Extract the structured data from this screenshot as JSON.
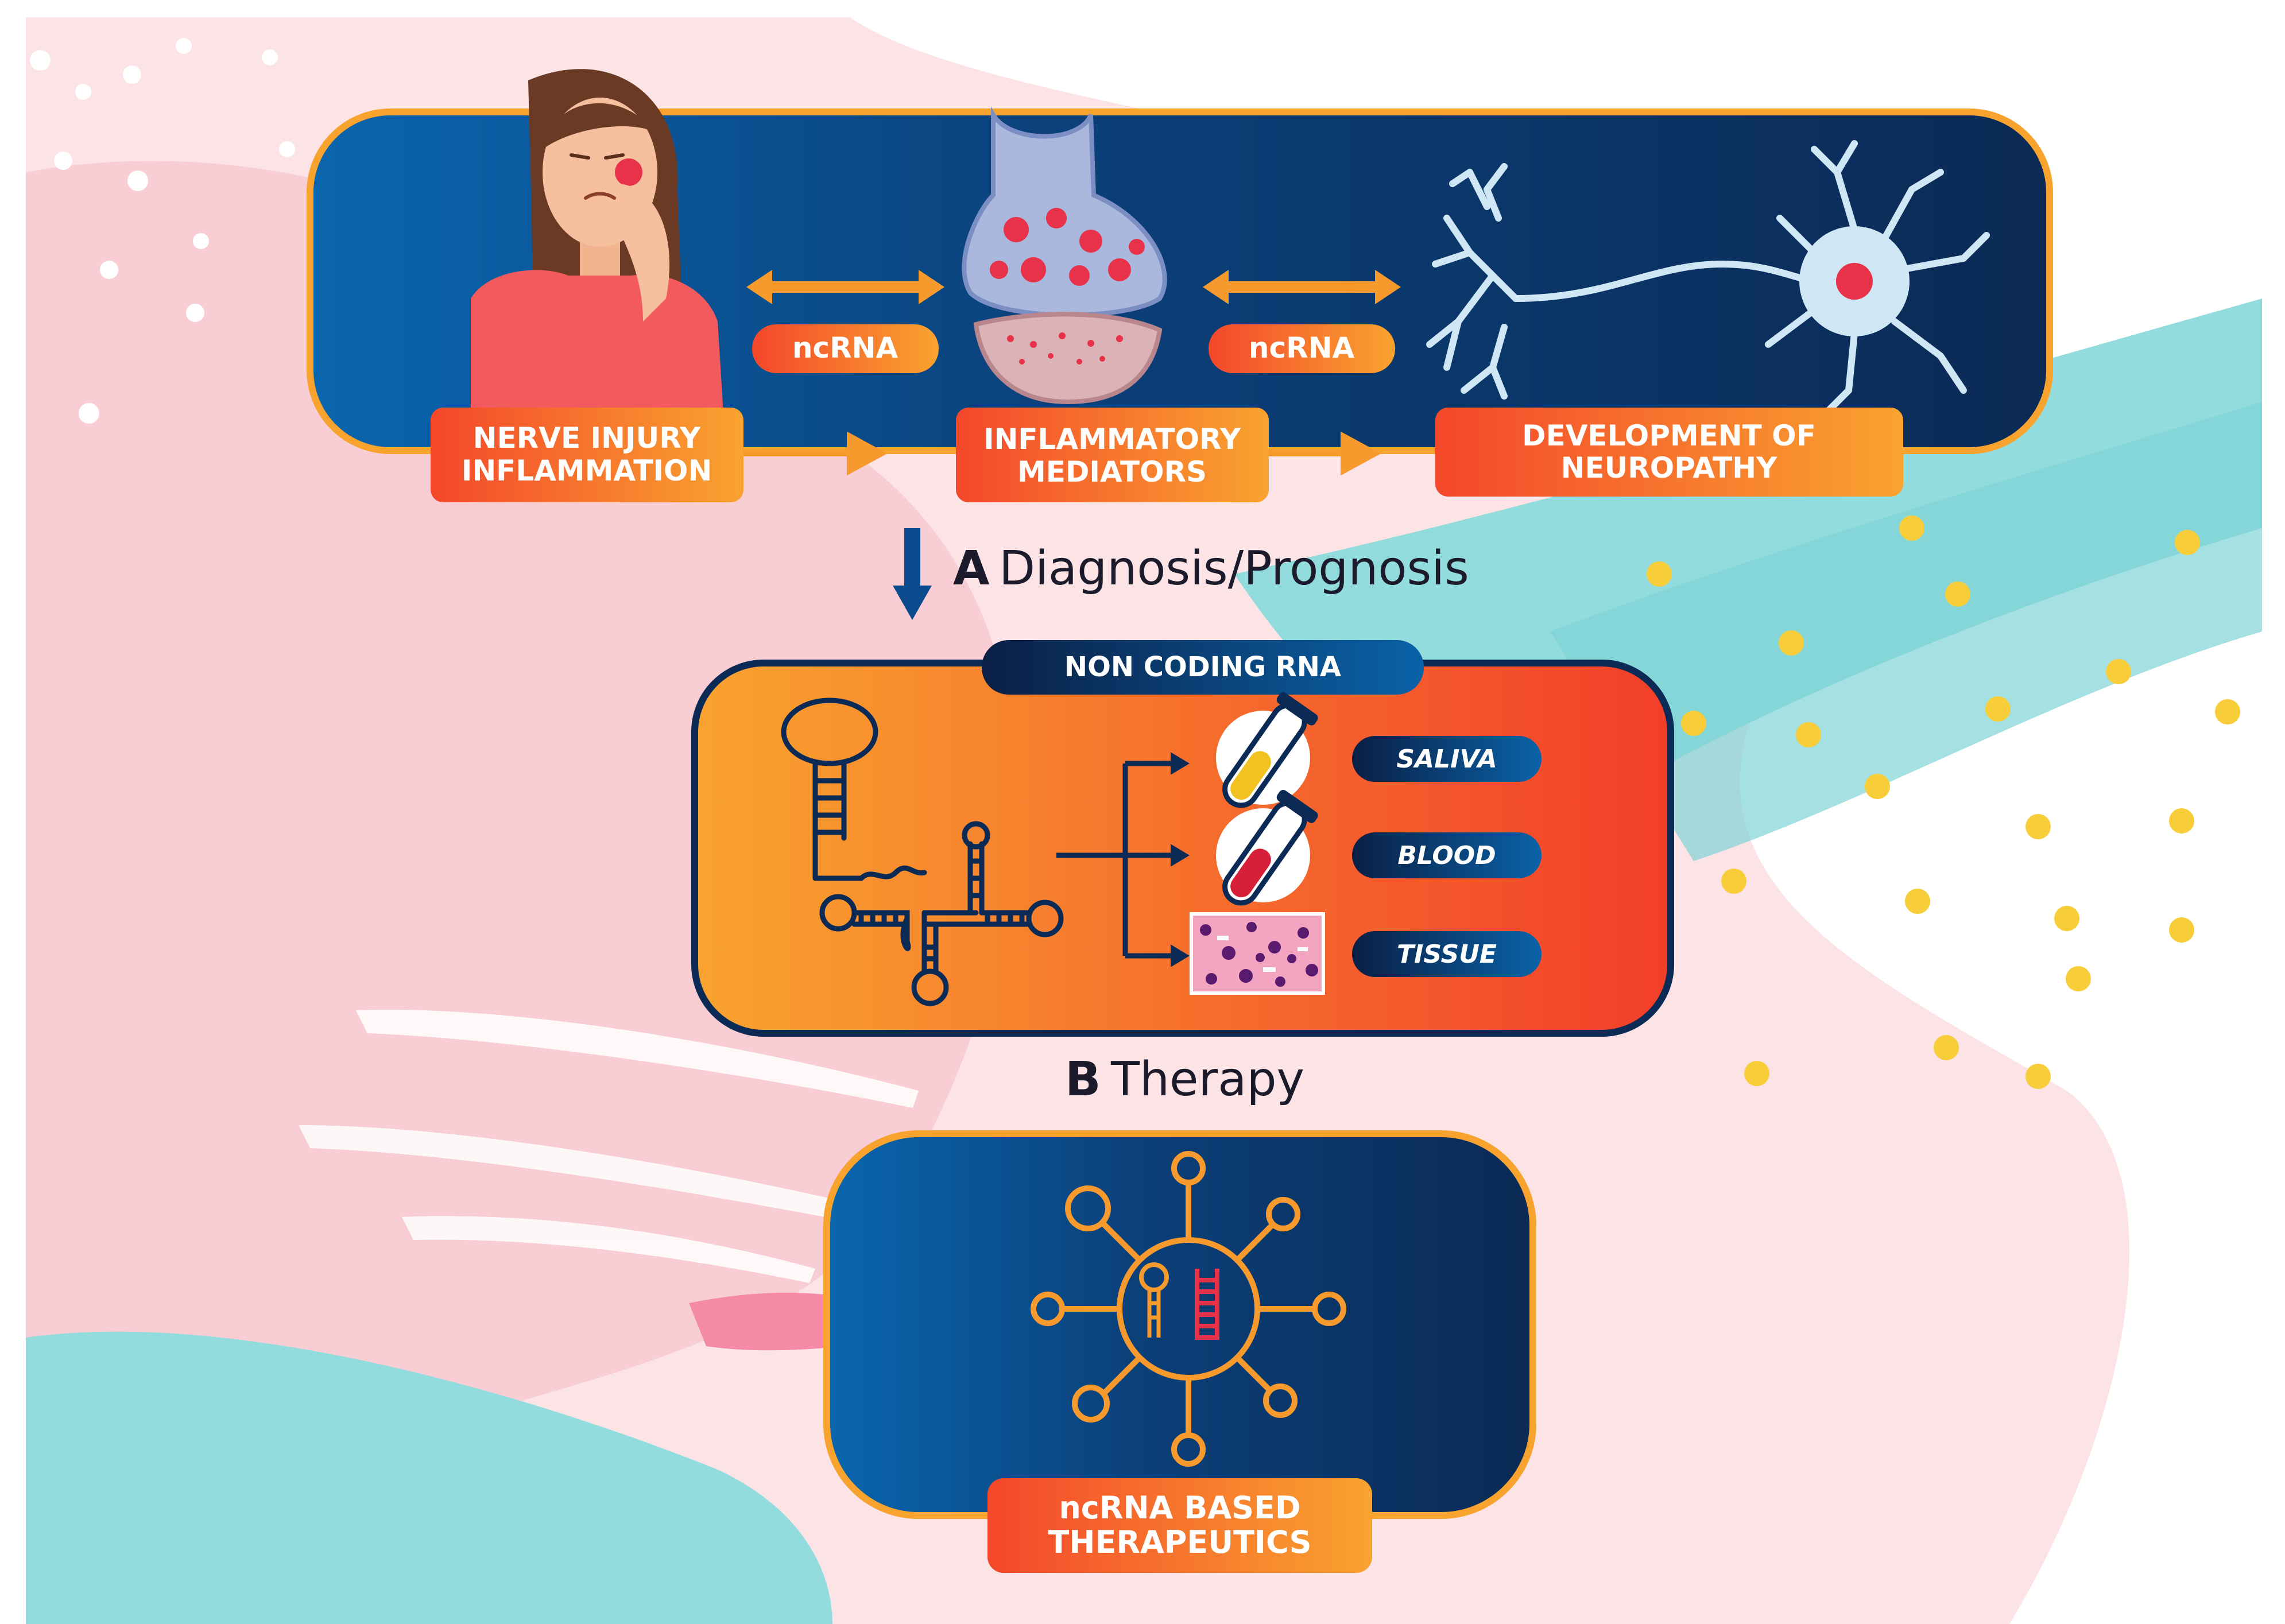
{
  "top_flow": {
    "step1_line1": "NERVE INJURY",
    "step1_line2": "INFLAMMATION",
    "step2_line1": "INFLAMMATORY",
    "step2_line2": "MEDIATORS",
    "step3_line1": "DEVELOPMENT OF",
    "step3_line2": "NEUROPATHY",
    "link_left": "ncRNA",
    "link_right": "ncRNA"
  },
  "section_a": {
    "letter": "A",
    "title": "Diagnosis/Prognosis"
  },
  "ncrna_panel": {
    "header": "NON CODING RNA",
    "samples": [
      "SALIVA",
      "BLOOD",
      "TISSUE"
    ]
  },
  "section_b": {
    "letter": "B",
    "title": "Therapy"
  },
  "therapy_panel": {
    "line1": "ncRNA BASED",
    "line2": "THERAPEUTICS"
  },
  "colors": {
    "navy": "#0c2f5c",
    "blue": "#0a62a8",
    "orange": "#f79a2e",
    "red_orange": "#f4472b",
    "teal": "#93dcdd",
    "pink": "#f9cfd6",
    "yellow_dots": "#f7cd3a"
  }
}
